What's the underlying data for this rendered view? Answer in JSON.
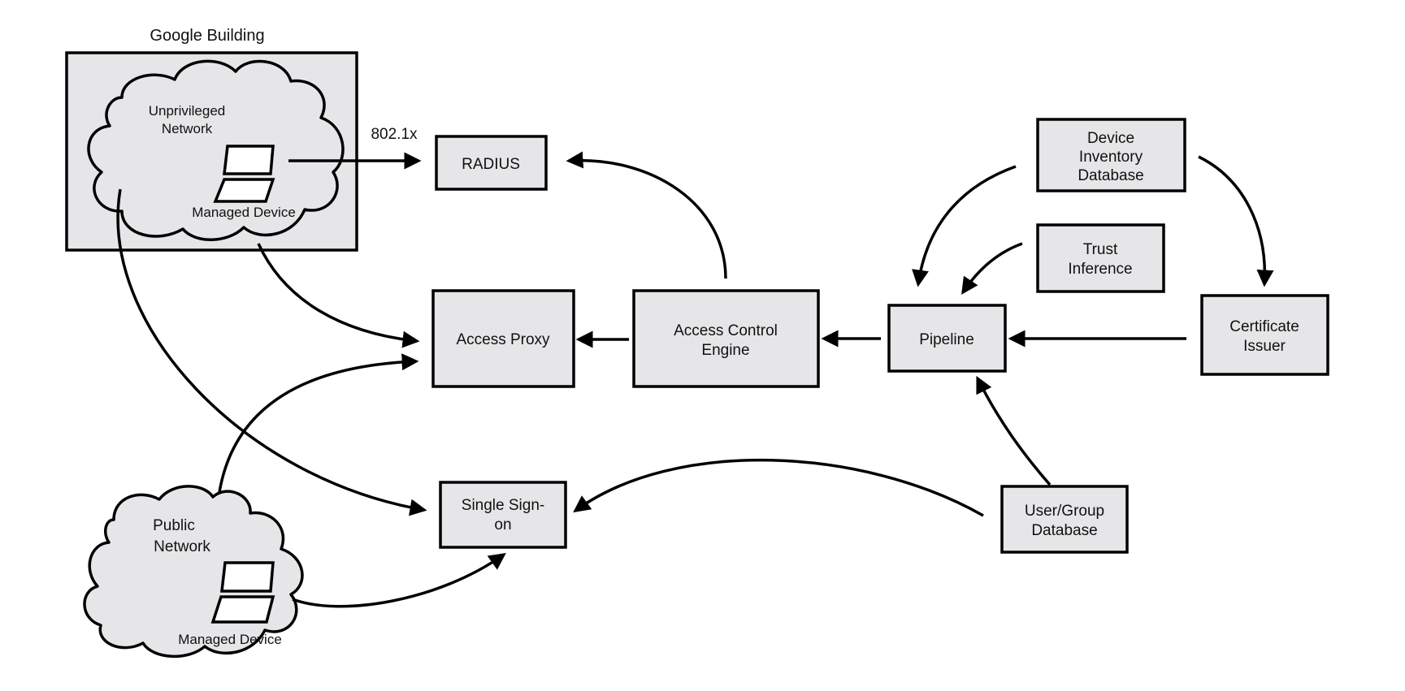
{
  "building": {
    "title": "Google Building"
  },
  "clouds": {
    "unprivileged": {
      "line1": "Unprivileged",
      "line2": "Network",
      "device": "Managed Device"
    },
    "public": {
      "line1": "Public",
      "line2": "Network",
      "device": "Managed Device"
    }
  },
  "nodes": {
    "radius": "RADIUS",
    "access_proxy": "Access Proxy",
    "ace_line1": "Access Control",
    "ace_line2": "Engine",
    "pipeline": "Pipeline",
    "device_inventory_line1": "Device",
    "device_inventory_line2": "Inventory",
    "device_inventory_line3": "Database",
    "trust_line1": "Trust",
    "trust_line2": "Inference",
    "cert_line1": "Certificate",
    "cert_line2": "Issuer",
    "sso_line1": "Single Sign-",
    "sso_line2": "on",
    "usergroup_line1": "User/Group",
    "usergroup_line2": "Database"
  },
  "edge_labels": {
    "dot1x": "802.1x"
  }
}
